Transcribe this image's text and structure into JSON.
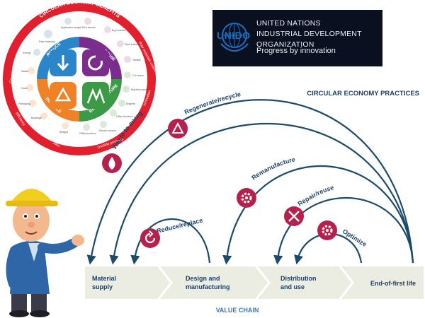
{
  "benefits_wheel": {
    "title": "CIRCULAR ECONOMY BENEFITS",
    "outer_labels": [
      "CO₂ emissions reductions",
      "Raw materials conservation",
      "Innovation",
      "Durable products",
      "Jobs",
      "Efficiency"
    ],
    "quadrants": [
      "REDUCE",
      "REUSE",
      "REMANUFACTURE",
      "RECYCLE"
    ],
    "items": [
      "Raw materials",
      "Application weight",
      "Red frames",
      "By-products",
      "Steel frames",
      "Energy",
      "Textiles",
      "Car doors",
      "Waste",
      "Machine parts",
      "Cans",
      "Engines",
      "Packaging",
      "Office furniture",
      "Buildings",
      "Bridges",
      "Office furniture",
      "Electric motors"
    ]
  },
  "logo": {
    "acronym": "UNIDO",
    "name_line1": "UNITED NATIONS",
    "name_line2": "INDUSTRIAL DEVELOPMENT ORGANIZATION",
    "tagline": "Progress by innovation"
  },
  "practices_title": "CIRCULAR ECONOMY PRACTICES",
  "practices": [
    {
      "label": "Waste to energy",
      "icon": "flame-icon"
    },
    {
      "label": "Regenerate/recycle",
      "icon": "recycle-icon"
    },
    {
      "label": "Reduce/replace",
      "icon": "refresh-icon"
    },
    {
      "label": "Remanufacture",
      "icon": "gear-icon"
    },
    {
      "label": "Repair/reuse",
      "icon": "wrench-screwdriver-icon"
    },
    {
      "label": "Optimize",
      "icon": "gear-settings-icon"
    }
  ],
  "value_chain": {
    "title": "VALUE CHAIN",
    "stages": [
      {
        "line1": "Material",
        "line2": "supply"
      },
      {
        "line1": "Design and",
        "line2": "manufacturing"
      },
      {
        "line1": "Distribution",
        "line2": "and use"
      },
      {
        "line1": "End-of-first life",
        "line2": ""
      }
    ]
  },
  "colors": {
    "arc": "#1b4a6b",
    "icon_circle": "#b5214d",
    "text_blue": "#1f3f66",
    "chevron": "#ebece2",
    "wheel_red": "#e21f2d",
    "reduce_blue": "#2a86c8",
    "reuse_purple": "#7a2d8c",
    "remanufacture_green": "#3c9a47",
    "recycle_orange": "#ef8226"
  }
}
